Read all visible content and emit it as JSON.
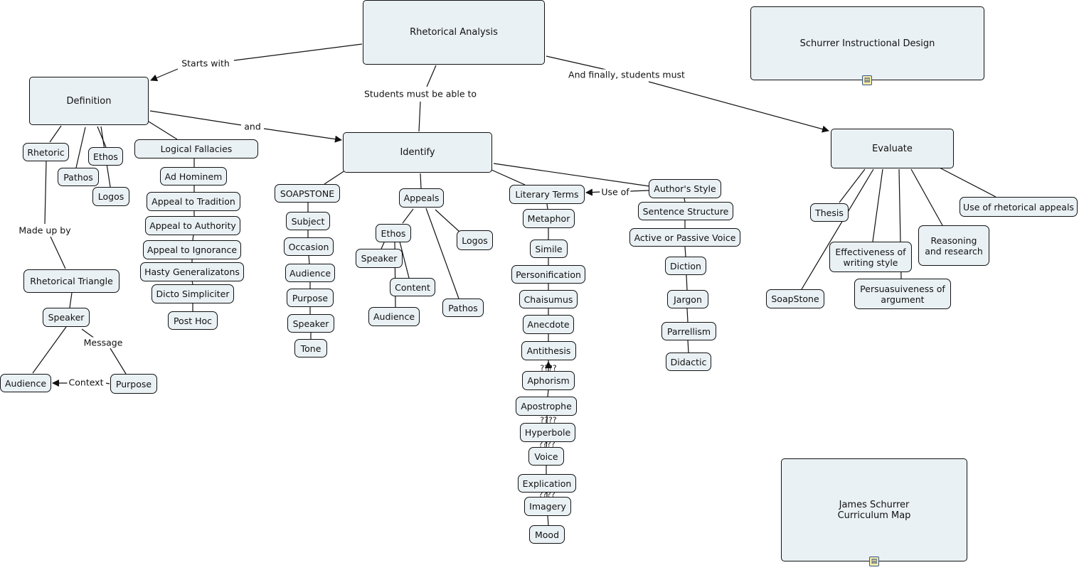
{
  "nodes": {
    "rhetorical_analysis": "Rhetorical Analysis",
    "schurrer_instructional_design": "Schurrer Instructional Design",
    "definition": "Definition",
    "identify": "Identify",
    "evaluate": "Evaluate",
    "rhetoric": "Rhetoric",
    "ethos_def": "Ethos",
    "pathos_def": "Pathos",
    "logos_def": "Logos",
    "logical_fallacies": "Logical Fallacies",
    "ad_hominem": "Ad Hominem",
    "appeal_tradition": "Appeal to Tradition",
    "appeal_authority": "Appeal to Authority",
    "appeal_ignorance": "Appeal to Ignorance",
    "hasty_generalizations": "Hasty Generalizatons",
    "dicto_simpliciter": "Dicto Simpliciter",
    "post_hoc": "Post Hoc",
    "rhetorical_triangle": "Rhetorical Triangle",
    "speaker_tri": "Speaker",
    "audience_tri": "Audience",
    "purpose_tri": "Purpose",
    "soapstone": "SOAPSTONE",
    "subject": "Subject",
    "occasion": "Occasion",
    "audience_soap": "Audience",
    "purpose_soap": "Purpose",
    "speaker_soap": "Speaker",
    "tone": "Tone",
    "appeals": "Appeals",
    "ethos_app": "Ethos",
    "logos_app": "Logos",
    "speaker_app": "Speaker",
    "content_app": "Content",
    "audience_app": "Audience",
    "pathos_app": "Pathos",
    "literary_terms": "Literary Terms",
    "metaphor": "Metaphor",
    "simile": "Simile",
    "personification": "Personification",
    "chaisumus": "Chaisumus",
    "anecdote": "Anecdote",
    "antithesis": "Antithesis",
    "aphorism": "Aphorism",
    "apostrophe": "Apostrophe",
    "hyperbole": "Hyperbole",
    "voice": "Voice",
    "explication": "Explication",
    "imagery": "Imagery",
    "mood": "Mood",
    "authors_style": "Author's Style",
    "sentence_structure": "Sentence Structure",
    "active_passive_voice": "Active or Passive Voice",
    "diction": "Diction",
    "jargon": "Jargon",
    "parrellism": "Parrellism",
    "didactic": "Didactic",
    "thesis": "Thesis",
    "effectiveness_style": "Effectiveness of\nwriting style",
    "soapstone_eval": "SoapStone",
    "persuasiveness": "Persuasuiveness of\nargument",
    "reasoning_research": "Reasoning\nand research",
    "use_rhetorical_appeals": "Use of rhetorical appeals",
    "james_schurrer_map": "James Schurrer\nCurriculum Map"
  },
  "links": {
    "starts_with": "Starts with",
    "students_must_identify": "Students must be able to",
    "and_finally": "And finally, students must",
    "and": "and",
    "made_up_by": "Made up by",
    "message": "Message",
    "context": "Context",
    "use_of": "Use of",
    "qmarks_1": "????",
    "qmarks_2": "????",
    "qmarks_3": "????",
    "qmarks_4": "????"
  },
  "colors": {
    "node_fill": "#eaf1f4",
    "line": "#111111",
    "resource_icon": "#f4e9a8"
  },
  "icons": {
    "resource_icon_1": "document-icon",
    "resource_icon_2": "document-icon"
  }
}
